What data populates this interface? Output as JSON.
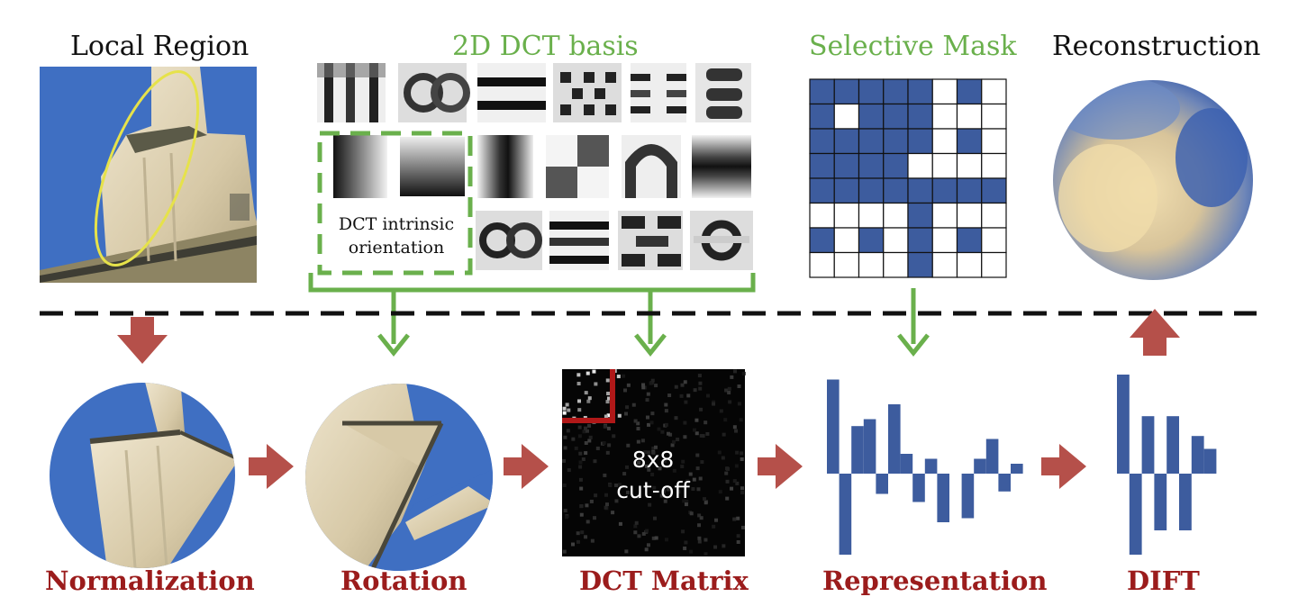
{
  "top": {
    "local_region": "Local Region",
    "dct_basis": "2D DCT basis",
    "selective_mask": "Selective Mask",
    "reconstruction": "Reconstruction"
  },
  "basis": {
    "intrinsic_label_line1": "DCT intrinsic",
    "intrinsic_label_line2": "orientation"
  },
  "matrix": {
    "cutoff_line1": "8x8",
    "cutoff_line2": "cut-off"
  },
  "bottom": {
    "normalization": "Normalization",
    "rotation": "Rotation",
    "dct_matrix": "DCT Matrix",
    "representation": "Representation",
    "dift": "DIFT"
  },
  "colors": {
    "green": "#6ab04c",
    "red_label": "#9b1c1c",
    "arrow_red": "#b5504a",
    "mask_blue": "#3d5c9e",
    "sky_blue": "#3f6fc2"
  },
  "mask": {
    "rows": [
      [
        1,
        1,
        1,
        1,
        1,
        0,
        1,
        0
      ],
      [
        1,
        0,
        1,
        1,
        1,
        0,
        0,
        0
      ],
      [
        1,
        1,
        1,
        1,
        1,
        0,
        1,
        0
      ],
      [
        1,
        1,
        1,
        1,
        0,
        0,
        0,
        0
      ],
      [
        1,
        1,
        1,
        1,
        1,
        1,
        1,
        1
      ],
      [
        0,
        0,
        0,
        0,
        1,
        0,
        0,
        0
      ],
      [
        1,
        0,
        1,
        0,
        1,
        0,
        1,
        0
      ],
      [
        0,
        0,
        0,
        0,
        1,
        0,
        0,
        0
      ]
    ]
  },
  "representation_bars": [
    0.95,
    -1.0,
    0.48,
    0.55,
    -0.25,
    0.7,
    0.2,
    -0.35,
    0.15,
    -0.6,
    0.0,
    -0.55,
    0.15,
    0.35,
    -0.22,
    0.1
  ],
  "dift_bars": [
    1.0,
    -1.0,
    0.58,
    -0.7,
    0.58,
    -0.7,
    0.38,
    0.25
  ]
}
